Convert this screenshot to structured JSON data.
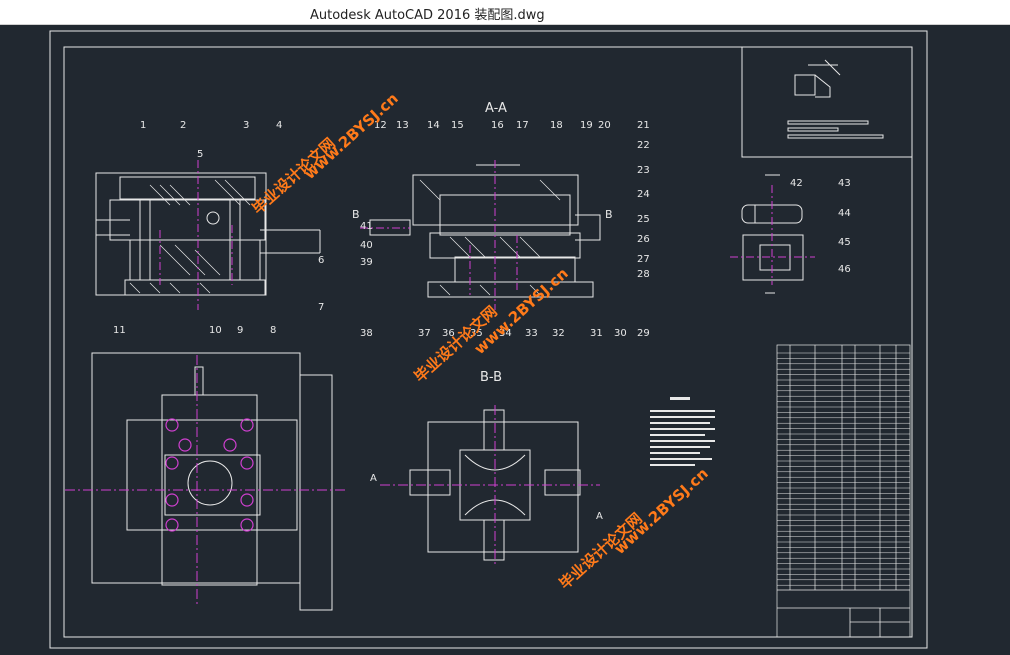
{
  "window": {
    "title": "Autodesk AutoCAD 2016     装配图.dwg"
  },
  "drawing": {
    "section_aa": "A-A",
    "section_bb": "B-B",
    "cut_label_b": "B",
    "cut_label_a": "A",
    "part_numbers": [
      "1",
      "2",
      "3",
      "4",
      "5",
      "6",
      "7",
      "8",
      "9",
      "10",
      "11",
      "12",
      "13",
      "14",
      "15",
      "16",
      "17",
      "18",
      "19",
      "20",
      "21",
      "22",
      "23",
      "24",
      "25",
      "26",
      "27",
      "28",
      "29",
      "30",
      "31",
      "32",
      "33",
      "34",
      "35",
      "36",
      "37",
      "38",
      "39",
      "40",
      "41",
      "42",
      "43",
      "44",
      "45",
      "46"
    ],
    "watermark": "毕业设计论文网",
    "watermark_url": "www.2BYSJ.cn"
  },
  "colors": {
    "background": "#212830",
    "lines": "#e8e8e8",
    "centerline": "#d040d0",
    "watermark": "#ff7a1a"
  }
}
